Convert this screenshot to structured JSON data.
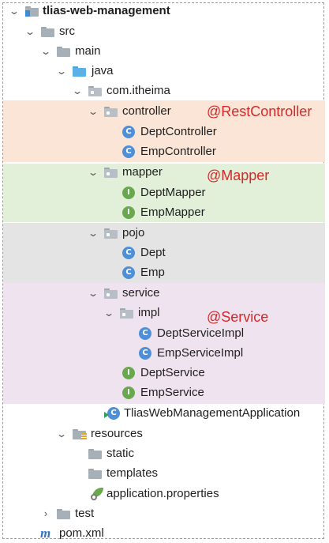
{
  "tree": {
    "root": "tlias-web-management",
    "src": "src",
    "main": "main",
    "java": "java",
    "package": "com.itheima",
    "controller": {
      "label": "controller",
      "items": [
        "DeptController",
        "EmpController"
      ]
    },
    "mapper": {
      "label": "mapper",
      "items": [
        "DeptMapper",
        "EmpMapper"
      ]
    },
    "pojo": {
      "label": "pojo",
      "items": [
        "Dept",
        "Emp"
      ]
    },
    "service": {
      "label": "service",
      "impl": "impl",
      "impl_items": [
        "DeptServiceImpl",
        "EmpServiceImpl"
      ],
      "items": [
        "DeptService",
        "EmpService"
      ]
    },
    "app_class": "TliasWebManagementApplication",
    "resources": "resources",
    "static": "static",
    "templates": "templates",
    "properties": "application.properties",
    "test": "test",
    "pom": "pom.xml"
  },
  "annotations": {
    "controller": "@RestController",
    "mapper": "@Mapper",
    "service": "@Service"
  },
  "badges": {
    "class": "C",
    "interface": "I",
    "maven": "m"
  },
  "colors": {
    "controller_band": "#fbe5d6",
    "mapper_band": "#e2f0d9",
    "pojo_band": "#e4e4e4",
    "service_band": "#efe3ef",
    "annotation": "#d62828",
    "class_icon": "#4f8fd8",
    "interface_icon": "#6aa84f"
  }
}
